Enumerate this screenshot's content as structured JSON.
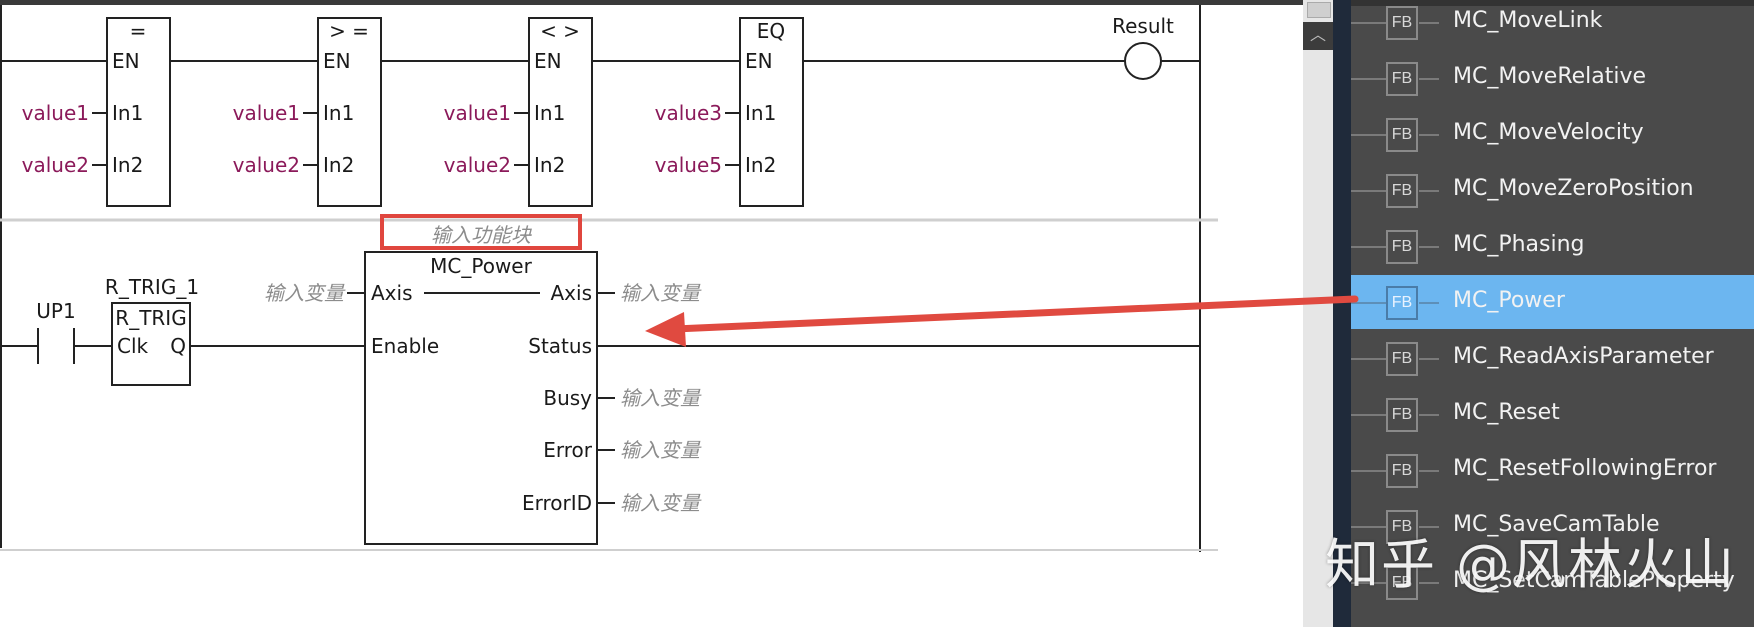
{
  "rung1": {
    "blocks": [
      {
        "op": "=",
        "en": "EN",
        "in1_label": "In1",
        "in2_label": "In2",
        "in1_var": "value1",
        "in2_var": "value2"
      },
      {
        "op": "> =",
        "en": "EN",
        "in1_label": "In1",
        "in2_label": "In2",
        "in1_var": "value1",
        "in2_var": "value2"
      },
      {
        "op": "< >",
        "en": "EN",
        "in1_label": "In1",
        "in2_label": "In2",
        "in1_var": "value1",
        "in2_var": "value2"
      },
      {
        "op": "EQ",
        "en": "EN",
        "in1_label": "In1",
        "in2_label": "In2",
        "in1_var": "value3",
        "in2_var": "value5"
      }
    ],
    "coil_label": "Result"
  },
  "rung2": {
    "contact_label": "UP1",
    "trig": {
      "instance": "R_TRIG_1",
      "type": "R_TRIG",
      "in": "Clk",
      "out": "Q"
    },
    "fb": {
      "instance_placeholder": "输入功能块",
      "type": "MC_Power",
      "inputs": [
        "Axis",
        "Enable"
      ],
      "outputs": [
        "Axis",
        "Status",
        "Busy",
        "Error",
        "ErrorID"
      ],
      "input_placeholder": "输入变量"
    }
  },
  "toolbox": {
    "fb_badge": "FB",
    "items": [
      {
        "name": "MC_MoveLink",
        "selected": false
      },
      {
        "name": "MC_MoveRelative",
        "selected": false
      },
      {
        "name": "MC_MoveVelocity",
        "selected": false
      },
      {
        "name": "MC_MoveZeroPosition",
        "selected": false
      },
      {
        "name": "MC_Phasing",
        "selected": false
      },
      {
        "name": "MC_Power",
        "selected": true
      },
      {
        "name": "MC_ReadAxisParameter",
        "selected": false
      },
      {
        "name": "MC_Reset",
        "selected": false
      },
      {
        "name": "MC_ResetFollowingError",
        "selected": false
      },
      {
        "name": "MC_SaveCamTable",
        "selected": false
      },
      {
        "name": "MC_SetCamTableProperty",
        "selected": false
      }
    ]
  },
  "scroll": {
    "up_icon": "chevron-up-icon"
  },
  "watermark": "知乎 @风林火山",
  "colors": {
    "variable": "#8b1a5a",
    "placeholder": "#8c8c8c",
    "highlight_box": "#e0463e",
    "arrow": "#e04a40",
    "selected_item": "#6cb6f0"
  }
}
